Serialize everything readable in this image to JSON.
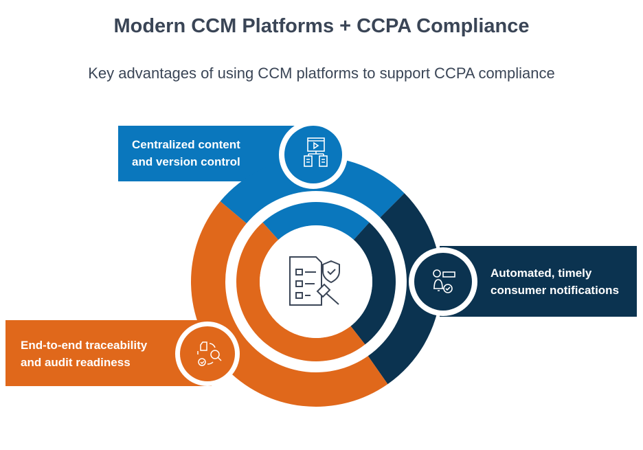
{
  "header": {
    "title": "Modern CCM Platforms + CCPA Compliance",
    "subtitle": "Key advantages of using CCM platforms to support CCPA compliance"
  },
  "colors": {
    "blue": "#0a77bd",
    "navy": "#0b3350",
    "orange": "#e0681b",
    "text": "#3a4556"
  },
  "center": {
    "icon": "compliance-checklist-shield-gavel-icon"
  },
  "advantages": [
    {
      "line1": "Centralized content",
      "line2": "and version control",
      "icon": "content-hierarchy-icon",
      "color": "#0a77bd"
    },
    {
      "line1": "Automated, timely",
      "line2": "consumer notifications",
      "icon": "notification-bell-clock-icon",
      "color": "#0b3350"
    },
    {
      "line1": "End-to-end traceability",
      "line2": "and audit readiness",
      "icon": "audit-search-cycle-icon",
      "color": "#e0681b"
    }
  ]
}
